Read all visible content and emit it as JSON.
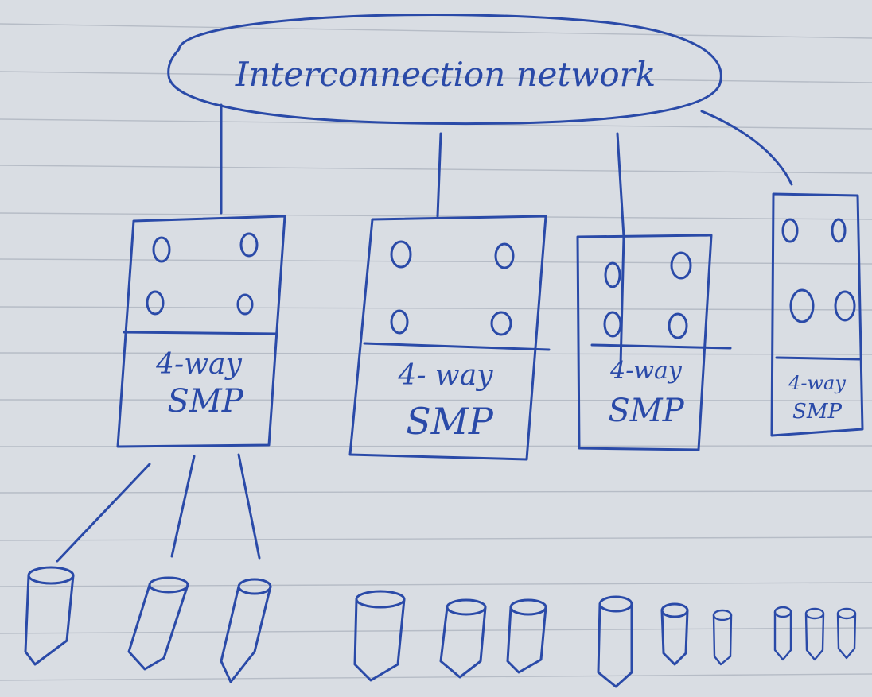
{
  "network": {
    "label": "Interconnection network"
  },
  "nodes": [
    {
      "label_line1": "4-way",
      "label_line2": "SMP"
    },
    {
      "label_line1": "4- way",
      "label_line2": "SMP"
    },
    {
      "label_line1": "4-way",
      "label_line2": "SMP"
    },
    {
      "label_line1": "4-way",
      "label_line2": "SMP"
    }
  ],
  "colors": {
    "ink": "#2a4aa8",
    "paper": "#d9dde3",
    "rule": "#b6bcc6"
  },
  "icons": {
    "processor": "processor-circle-icon",
    "disk": "disk-icon"
  }
}
